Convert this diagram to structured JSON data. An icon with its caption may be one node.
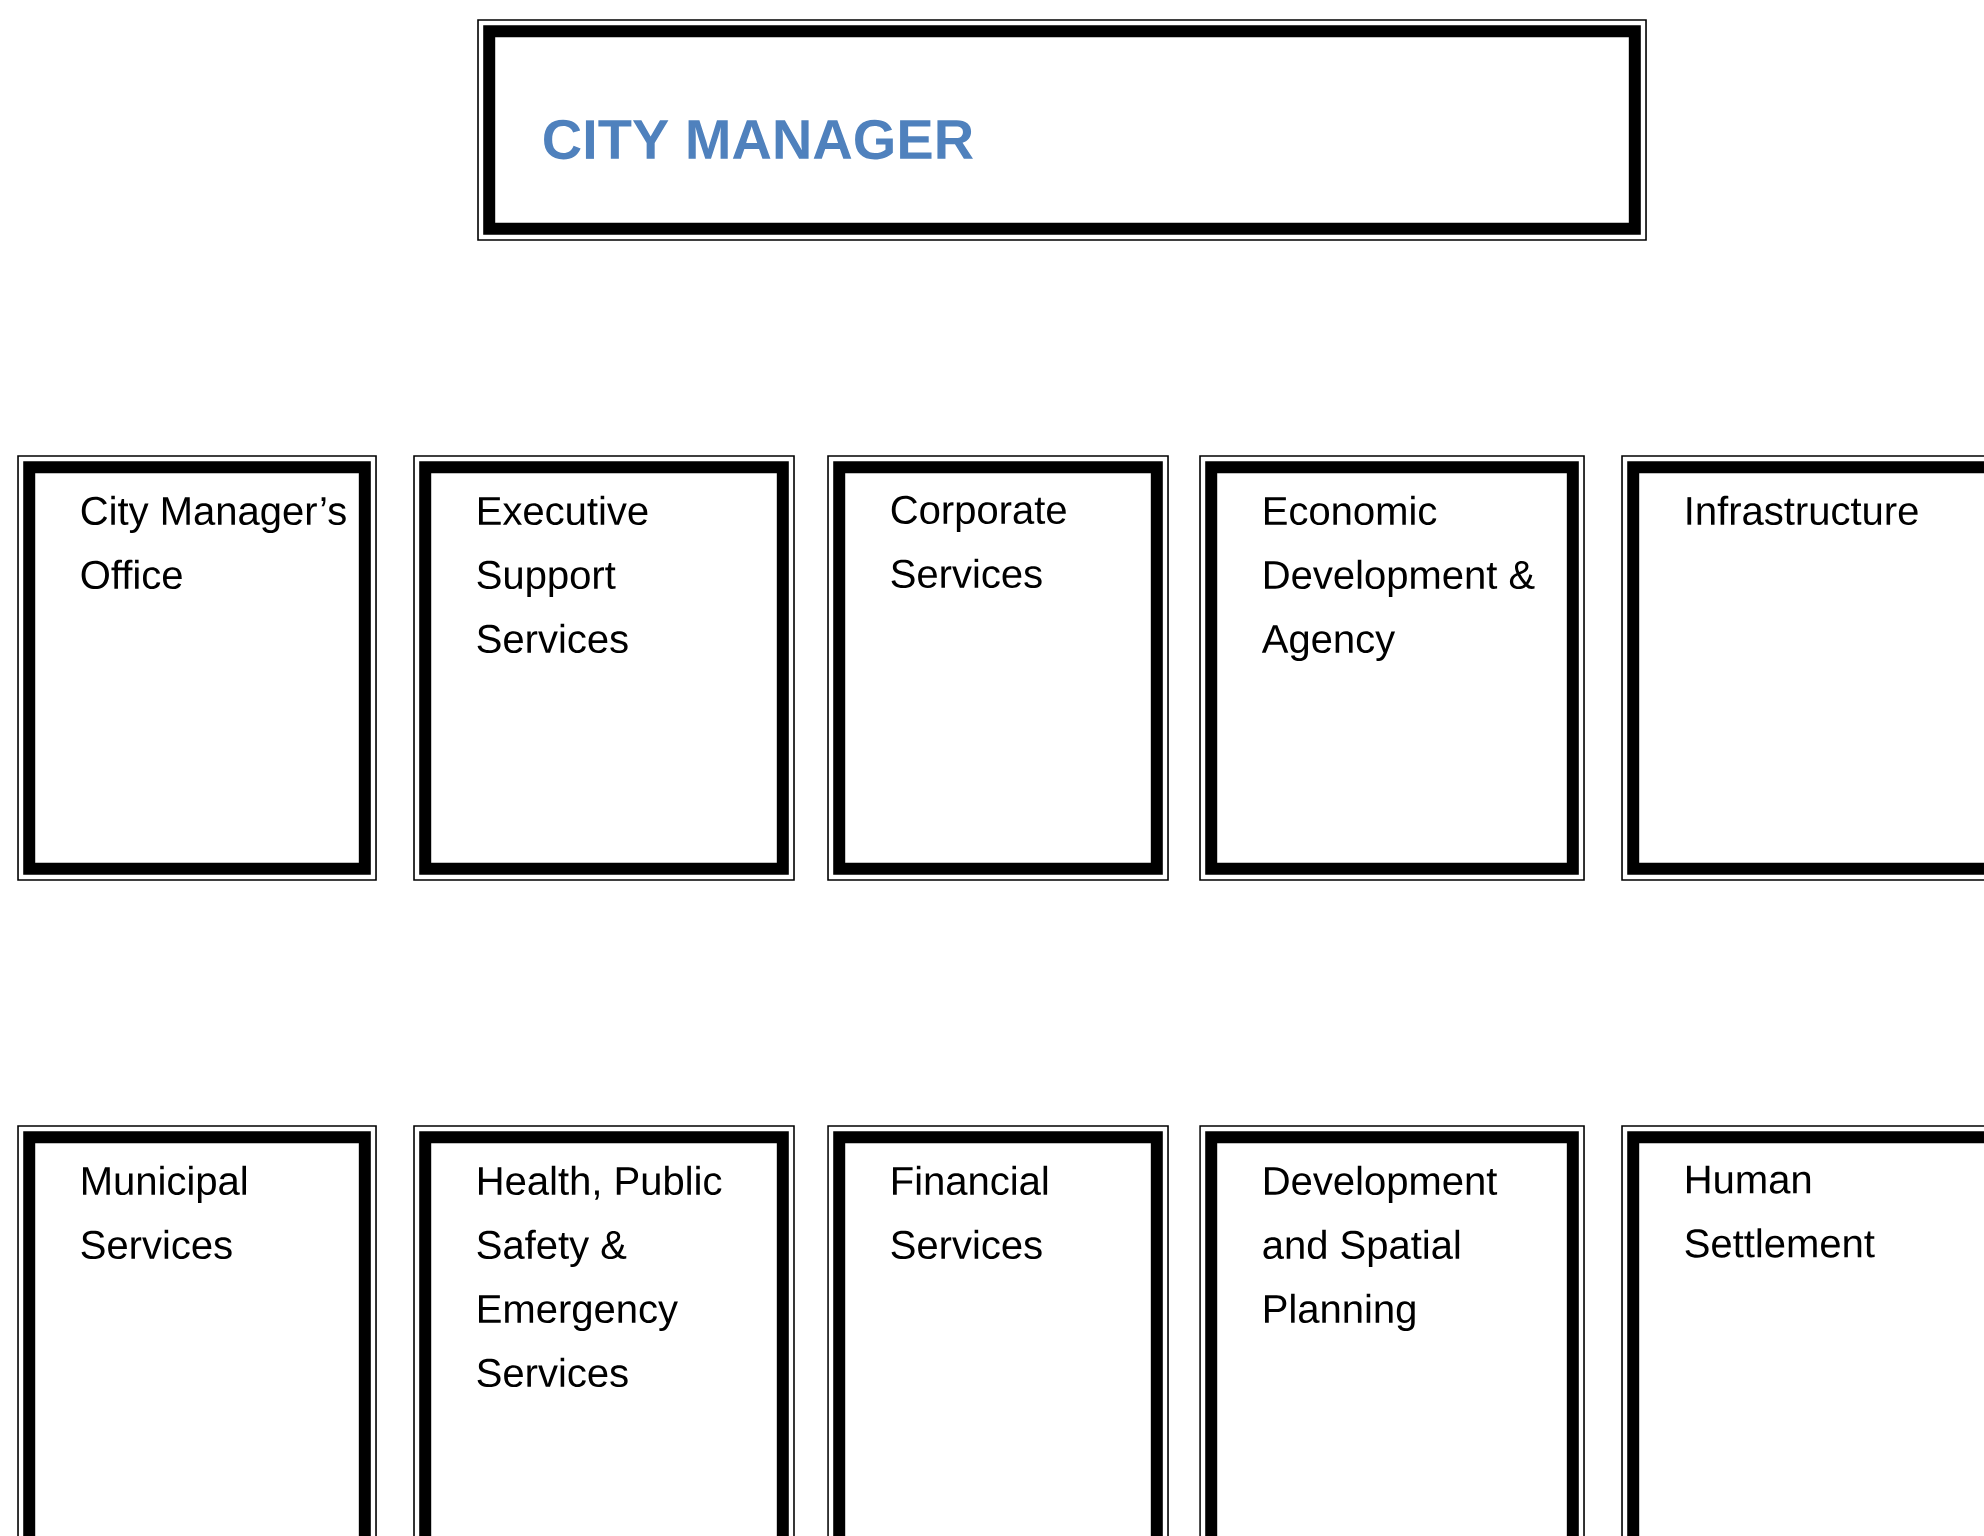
{
  "diagram": {
    "nodes": [
      {
        "text": [
          "CITY MANAGER"
        ]
      },
      {
        "text": [
          "City Manager’s Office"
        ]
      },
      {
        "text": [
          "Executive Support Services"
        ]
      },
      {
        "text": [
          "Corporate Services"
        ]
      },
      {
        "text": [
          "Economic Development & Agency"
        ]
      },
      {
        "text": [
          "Infrastructure"
        ]
      },
      {
        "text": [
          "Municipal Services"
        ]
      },
      {
        "text": [
          "Health, Public Safety & Emergency Services"
        ]
      },
      {
        "text": [
          "Financial Services"
        ]
      },
      {
        "text": [
          "Development and Spatial Planning"
        ]
      },
      {
        "text": [
          "Human Settlement"
        ]
      }
    ]
  }
}
